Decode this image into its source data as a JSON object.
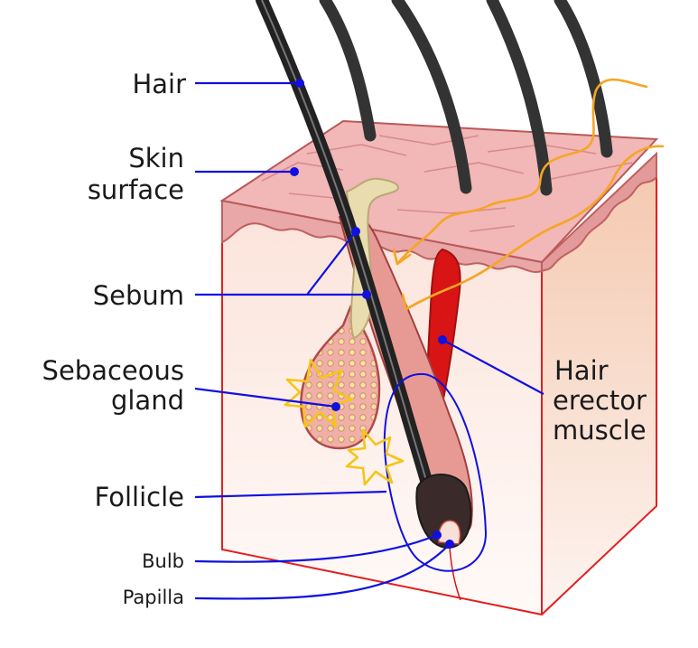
{
  "diagram": {
    "labels": {
      "hair": "Hair",
      "skin_surface_1": "Skin",
      "skin_surface_2": "surface",
      "sebum": "Sebum",
      "sebaceous_gland_1": "Sebaceous",
      "sebaceous_gland_2": "gland",
      "follicle": "Follicle",
      "bulb": "Bulb",
      "papilla": "Papilla",
      "hair_erector_1": "Hair",
      "hair_erector_2": "erector",
      "hair_erector_3": "muscle"
    },
    "colors": {
      "leader_line": "#1010e0",
      "hair": "#2b2b2b",
      "skin": "#e8a7a7",
      "dermis": "#fdf1ec",
      "sebum": "#e8dcae",
      "muscle": "#d81414",
      "irritation": "#f5a623"
    }
  }
}
